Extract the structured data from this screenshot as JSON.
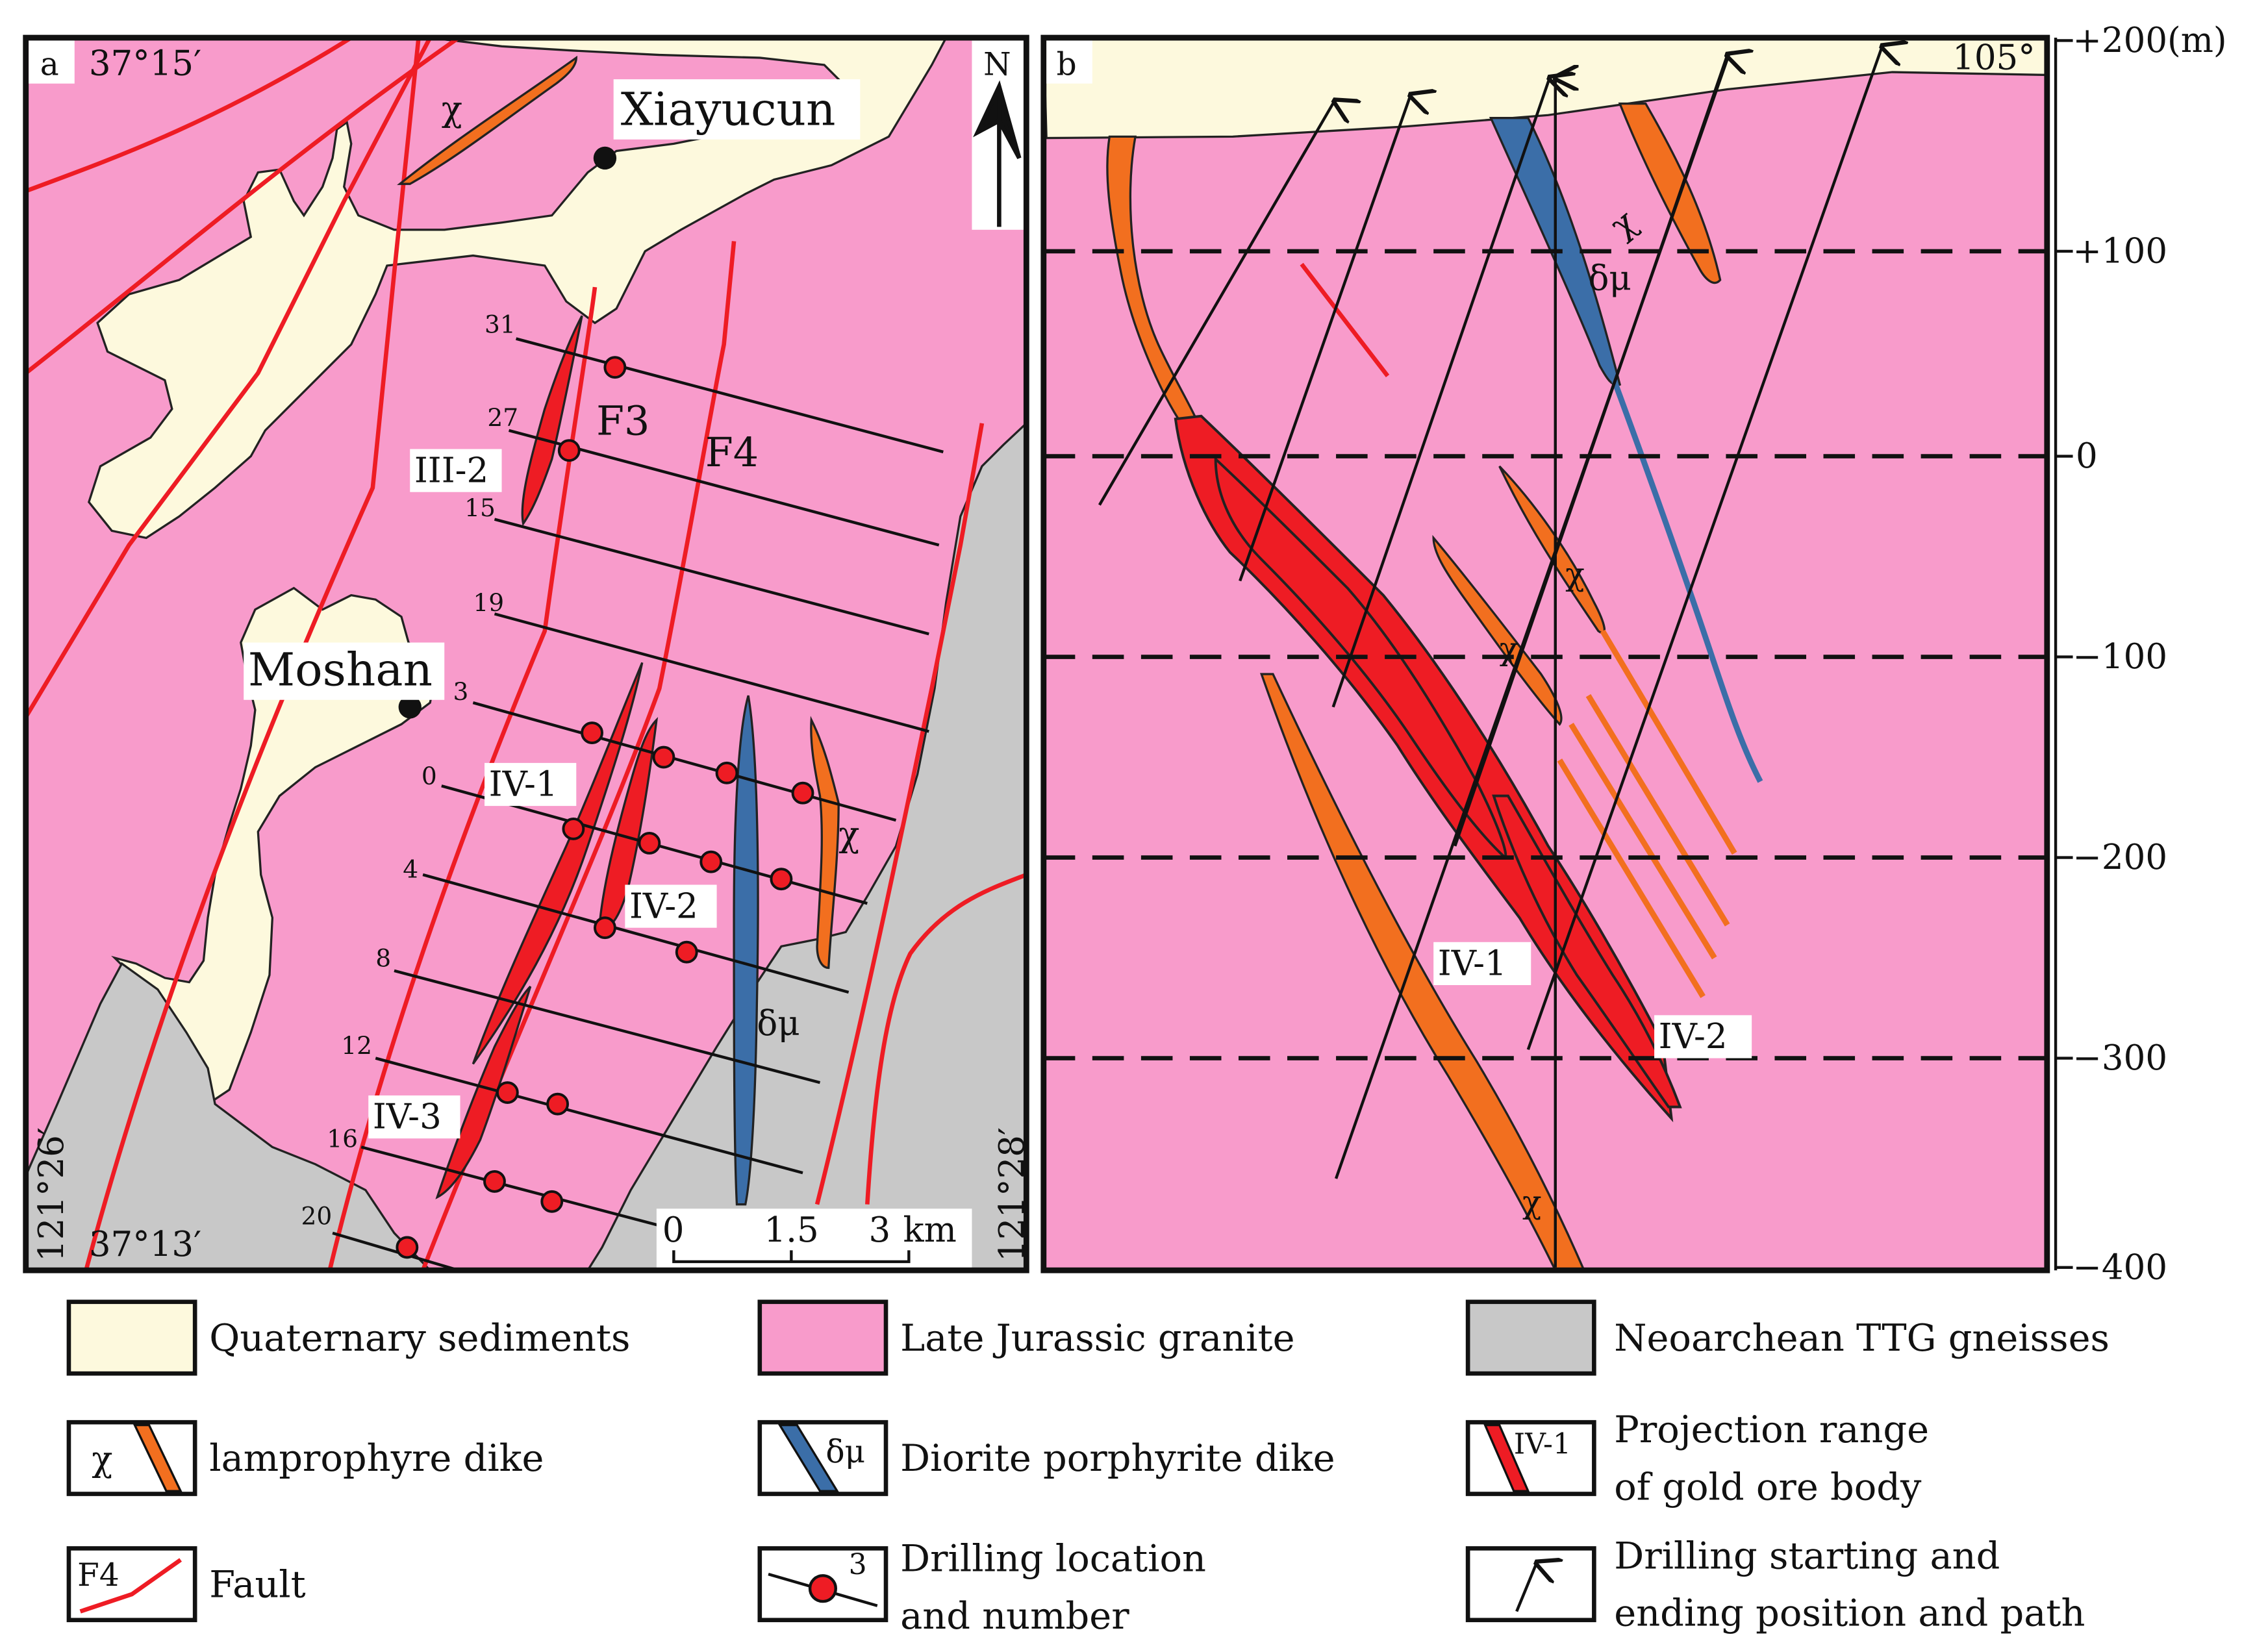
{
  "panel_a": {
    "letter": "a",
    "lat_top": "37°15′",
    "lat_bottom": "37°13′",
    "lon_left": "121°26′",
    "lon_right": "121°28′",
    "north": "N",
    "places": [
      "Xiayucun",
      "Moshan"
    ],
    "faults": [
      "F3",
      "F4"
    ],
    "ore_bodies": [
      "III-2",
      "IV-1",
      "IV-2",
      "IV-3"
    ],
    "dike_symbols": {
      "lamprophyre": "χ",
      "diorite": "δμ"
    },
    "exploration_lines": [
      "31",
      "27",
      "15",
      "19",
      "3",
      "0",
      "4",
      "8",
      "12",
      "16",
      "20"
    ],
    "scale": {
      "ticks": [
        "0",
        "1.5",
        "3"
      ],
      "unit": "km"
    }
  },
  "panel_b": {
    "letter": "b",
    "azimuth": "105°",
    "elevation_labels": [
      "+200(m)",
      "+100",
      "0",
      "−100",
      "−200",
      "−300",
      "−400"
    ],
    "ore_bodies": [
      "IV-1",
      "IV-2"
    ],
    "dike_symbols": {
      "lamprophyre": "χ",
      "diorite": "δμ"
    }
  },
  "legend": [
    {
      "id": "quaternary",
      "label": "Quaternary sediments"
    },
    {
      "id": "granite",
      "label": "Late Jurassic granite"
    },
    {
      "id": "ttg",
      "label": "Neoarchean TTG gneisses"
    },
    {
      "id": "lamprophyre",
      "label": "lamprophyre dike",
      "symbol": "χ"
    },
    {
      "id": "diorite",
      "label": "Diorite porphyrite dike",
      "symbol": "δμ"
    },
    {
      "id": "orebody",
      "label_lines": [
        "Projection range",
        "of gold ore body"
      ],
      "symbol": "IV-1"
    },
    {
      "id": "fault",
      "label": "Fault",
      "symbol": "F4"
    },
    {
      "id": "drill",
      "label_lines": [
        "Drilling location",
        "and number"
      ],
      "symbol": "3"
    },
    {
      "id": "path",
      "label_lines": [
        "Drilling starting and",
        "ending position and path"
      ]
    }
  ],
  "colors": {
    "quaternary": "#fdf9dd",
    "granite": "#f89bcb",
    "ttg": "#c8c8c8",
    "lamprophyre": "#f26f1f",
    "diorite": "#3b6ea8",
    "orebody": "#ee1c24",
    "fault": "#ee1c24"
  }
}
